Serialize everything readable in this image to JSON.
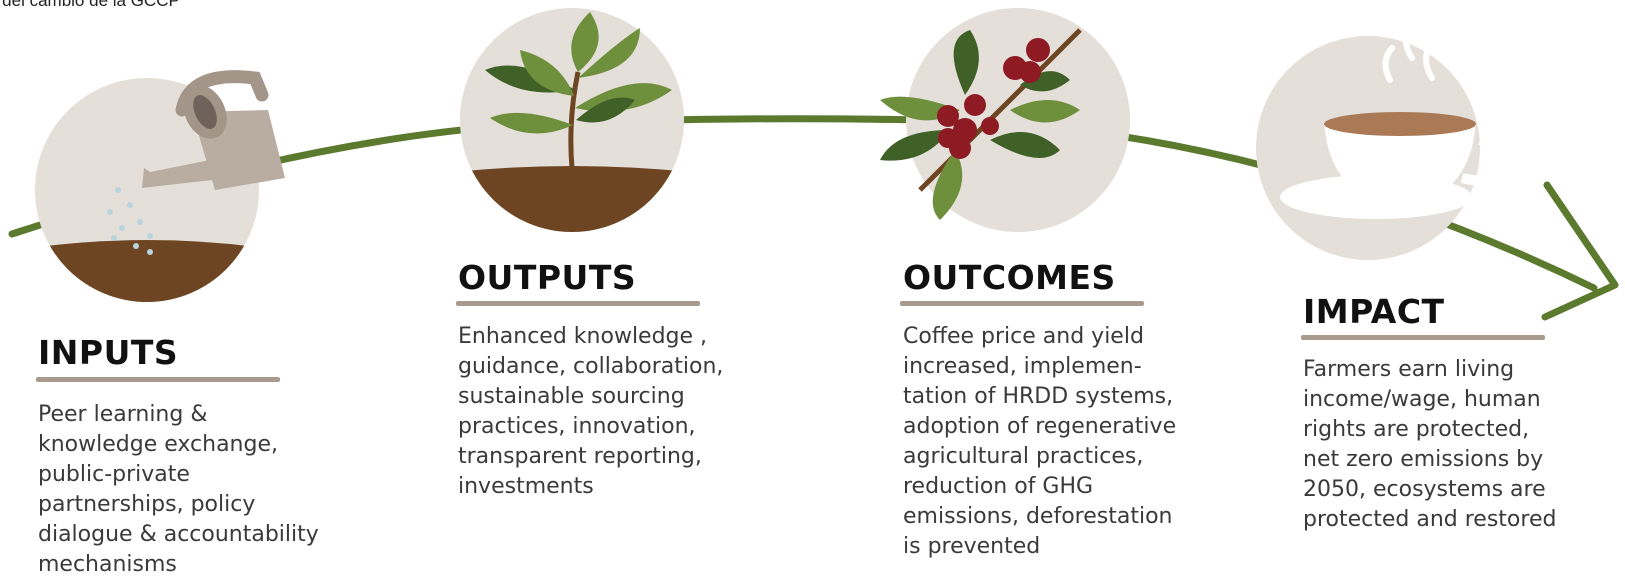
{
  "caption": "a del cambio de la GCCP",
  "colors": {
    "path": "#5b7a2e",
    "circle": "#e5dfda",
    "soil": "#6e4523",
    "rule": "#a89a8c",
    "leaf_dark": "#3f6026",
    "leaf_light": "#6e8f3c",
    "berry": "#8e1b24",
    "can": "#b9aca1",
    "cup": "#ffffff",
    "coffee": "#a97a55"
  },
  "stages": [
    {
      "title": "INPUTS",
      "icon": "watering-can-icon",
      "description": "Peer learning &\nknowledge exchange,\npublic-private\npartnerships, policy\ndialogue & accountability\nmechanisms"
    },
    {
      "title": "OUTPUTS",
      "icon": "seedling-icon",
      "description": "Enhanced knowledge ,\nguidance, collaboration,\nsustainable sourcing\npractices, innovation,\ntransparent reporting,\ninvestments"
    },
    {
      "title": "OUTCOMES",
      "icon": "coffee-branch-icon",
      "description": "Coffee price and yield\nincreased, implemen-\ntation of HRDD systems,\nadoption of regenerative\nagricultural practices,\nreduction of GHG\nemissions, deforestation\nis prevented"
    },
    {
      "title": "IMPACT",
      "icon": "coffee-cup-icon",
      "description": "Farmers earn living\nincome/wage, human\nrights are protected,\nnet zero emissions by\n2050, ecosystems are\nprotected and restored"
    }
  ]
}
